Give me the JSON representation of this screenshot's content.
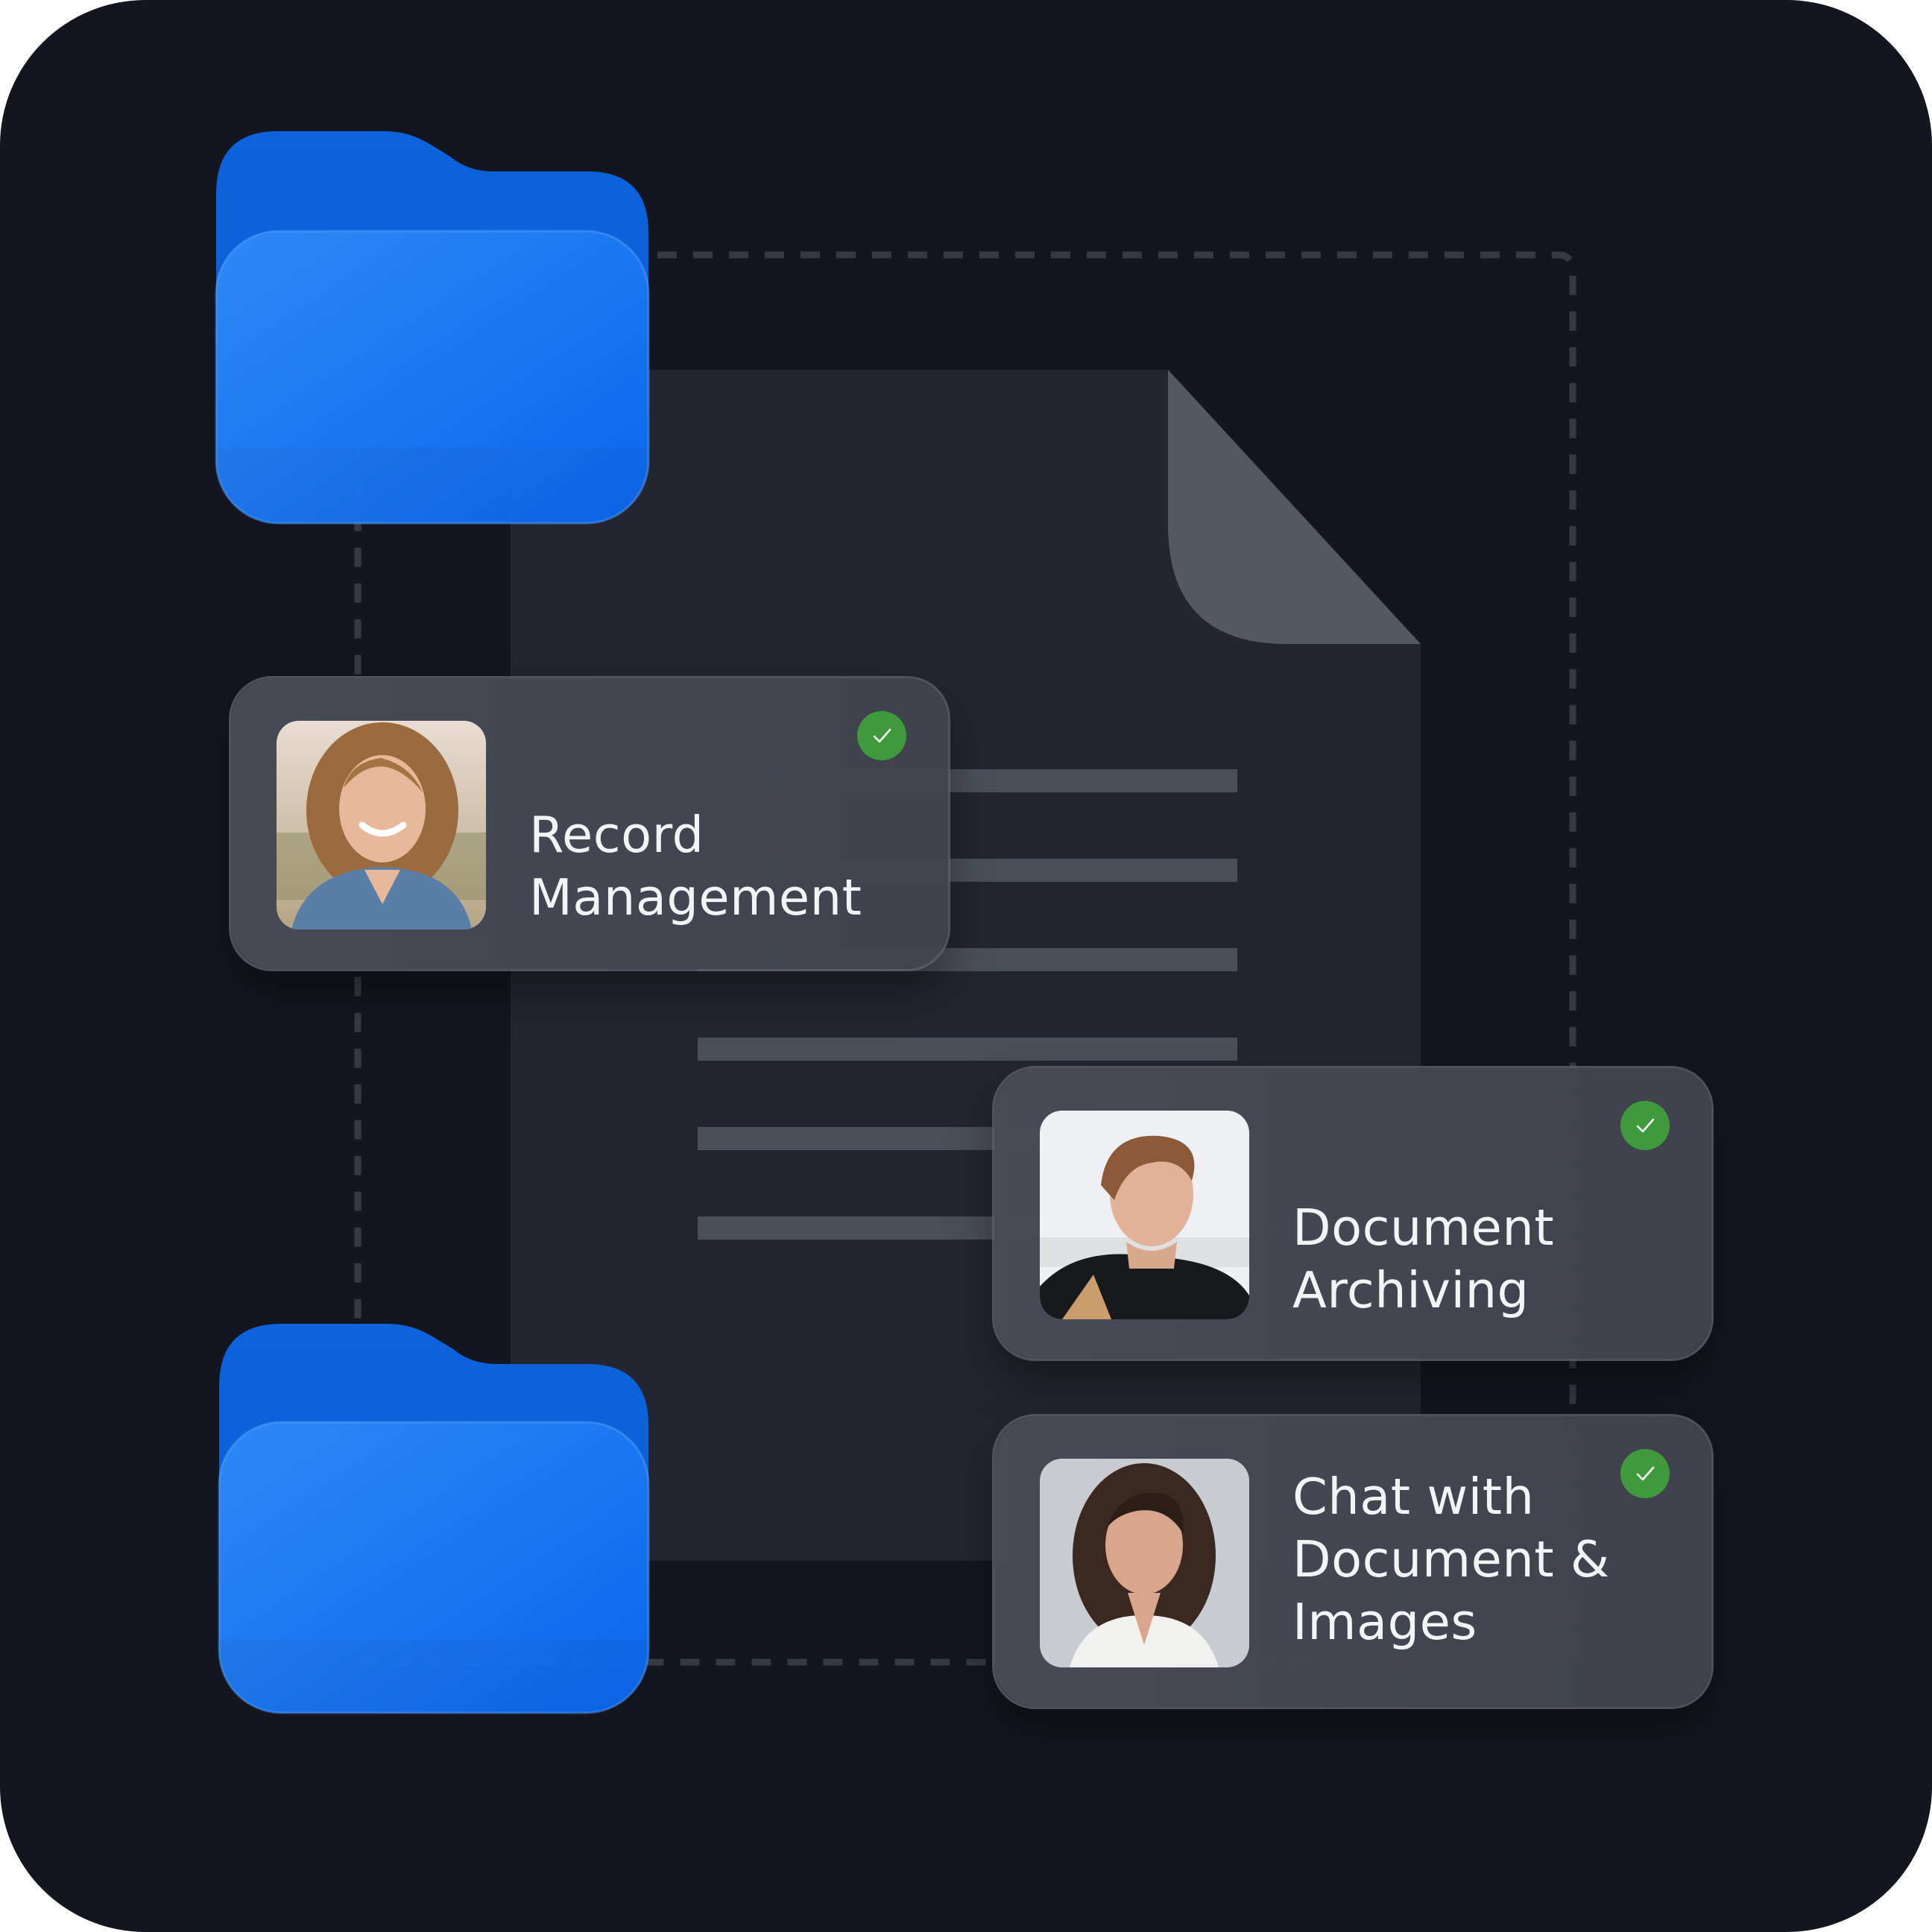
{
  "colors": {
    "background": "#13161f",
    "folder_blue": "#0a6ef0",
    "document": "#232630",
    "card": "#43464f",
    "check_green": "#3e9a3d",
    "text": "#f3f4f6"
  },
  "cards": [
    {
      "title_lines": [
        "Record",
        "Management"
      ],
      "avatar": "woman-curly-hair-avatar",
      "status": "checkmark-icon"
    },
    {
      "title_lines": [
        "Document",
        "Archiving"
      ],
      "avatar": "man-portrait-avatar",
      "status": "checkmark-icon"
    },
    {
      "title_lines": [
        "Chat with",
        "Document &",
        "Images"
      ],
      "avatar": "woman-dark-hair-avatar",
      "status": "checkmark-icon"
    }
  ]
}
